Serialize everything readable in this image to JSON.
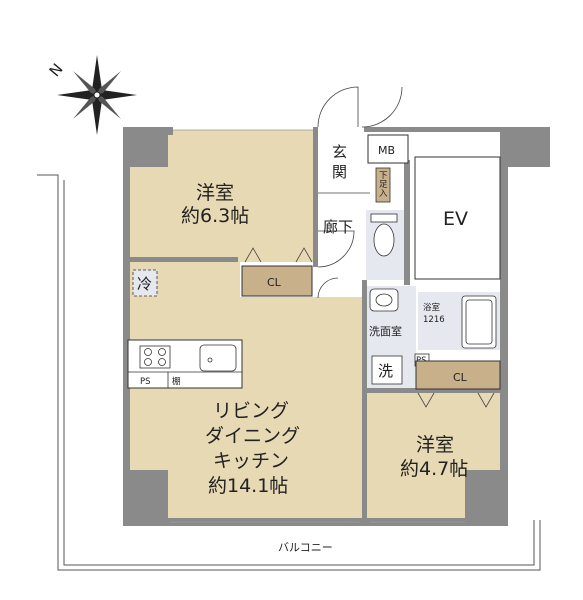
{
  "compass": {
    "label": "N"
  },
  "rooms": {
    "western_room_1": {
      "name": "洋室",
      "size": "約6.3帖"
    },
    "western_room_2": {
      "name": "洋室",
      "size": "約4.7帖"
    },
    "ldk": {
      "line1": "リビング",
      "line2": "ダイニング",
      "line3": "キッチン",
      "size": "約14.1帖"
    },
    "entrance": {
      "line1": "玄",
      "line2": "関"
    },
    "hallway": {
      "label": "廊下"
    },
    "elevator": {
      "label": "EV"
    },
    "meter_box": {
      "label": "MB"
    },
    "shoe_box": {
      "label": "下足入"
    },
    "washroom": {
      "label": "洗面室"
    },
    "washer": {
      "label": "洗"
    },
    "bath": {
      "line1": "浴室",
      "line2": "1216"
    },
    "balcony": {
      "label": "バルコニー"
    }
  },
  "fixtures": {
    "closet_1": "CL",
    "closet_2": "CL",
    "fridge": "冷",
    "ps_1": "PS",
    "ps_2": "PS",
    "shelf": "棚"
  },
  "colors": {
    "room_fill": "#e8d9b5",
    "wet_fill": "#e6e8f0",
    "closet_fill": "#c8b08a",
    "wall": "#8a8a8a",
    "line": "#333333"
  }
}
